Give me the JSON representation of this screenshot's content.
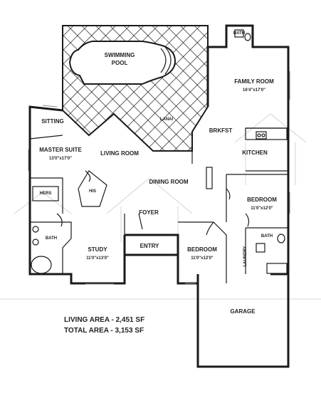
{
  "rooms": {
    "swimming": "SWIMMING",
    "pool": "POOL",
    "lanai": "LANAI",
    "bath_top": "BATH",
    "family_room": "FAMILY ROOM",
    "family_room_dim": "16'4\"x17'0\"",
    "brkfst": "BRKFST",
    "kitchen": "KITCHEN",
    "sitting": "SITTING",
    "master_suite": "MASTER SUITE",
    "master_suite_dim": "13'0\"x17'0\"",
    "living_room": "LIVING ROOM",
    "dining_room": "DINING ROOM",
    "his": "HIS",
    "hers": "HERS",
    "bedroom_right": "BEDROOM",
    "bedroom_right_dim": "11'0\"x12'0\"",
    "foyer": "FOYER",
    "bath_master": "BATH",
    "study": "STUDY",
    "study_dim": "11'0\"x13'0\"",
    "entry": "ENTRY",
    "bedroom_center": "BEDROOM",
    "bedroom_center_dim": "11'0\"x12'0\"",
    "bath_right": "BATH",
    "laundry": "LAUNDRY",
    "garage": "GARAGE"
  },
  "summary": {
    "living_area": "LIVING AREA - 2,451 SF",
    "total_area": "TOTAL AREA - 3,153 SF"
  }
}
